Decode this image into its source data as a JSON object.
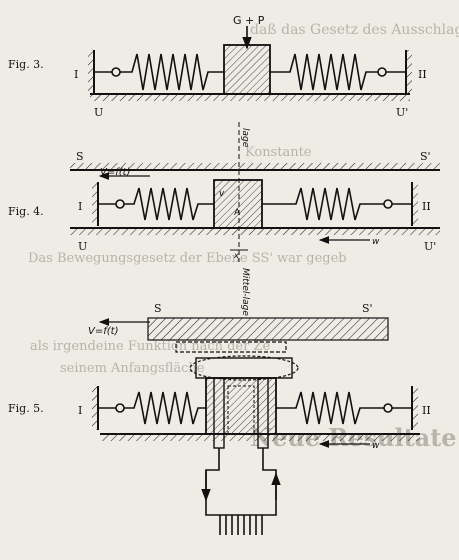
{
  "background_text": {
    "line1": "daß das Gesetz des Ausschlages der Masse m",
    "line2": "Konstante",
    "line3": "Das Bewegungsgesetz der Ebene SS' war gegeb",
    "line4": "als irgendeine Funktion nach der Ze",
    "line5": "seinem Anfangsfläche",
    "line6": "Neue Resultate aus"
  },
  "fig3": {
    "caption": "Fig. 3.",
    "load_label": "G + P",
    "left_label": "I",
    "right_label": "II",
    "bottom_left": "U",
    "bottom_right": "U'"
  },
  "fig4": {
    "caption": "Fig. 4.",
    "top_left": "S",
    "top_right": "S'",
    "velocity_label": "V=f(t)",
    "left_label": "I",
    "right_label": "II",
    "bottom_left": "U",
    "bottom_right": "U'",
    "mass_label_v": "v",
    "mass_label_a": "A",
    "center_label": "Mittel-lage",
    "x_label": "x",
    "arrow_label": "w"
  },
  "fig5": {
    "caption": "Fig. 5.",
    "top_left": "S",
    "top_right": "S'",
    "velocity_label": "V=f(t)",
    "left_label": "I",
    "right_label": "II",
    "arrow_label": "w"
  },
  "colors": {
    "ink": "#111111",
    "paper": "#efece6",
    "bleed": "#b8b3ab"
  }
}
